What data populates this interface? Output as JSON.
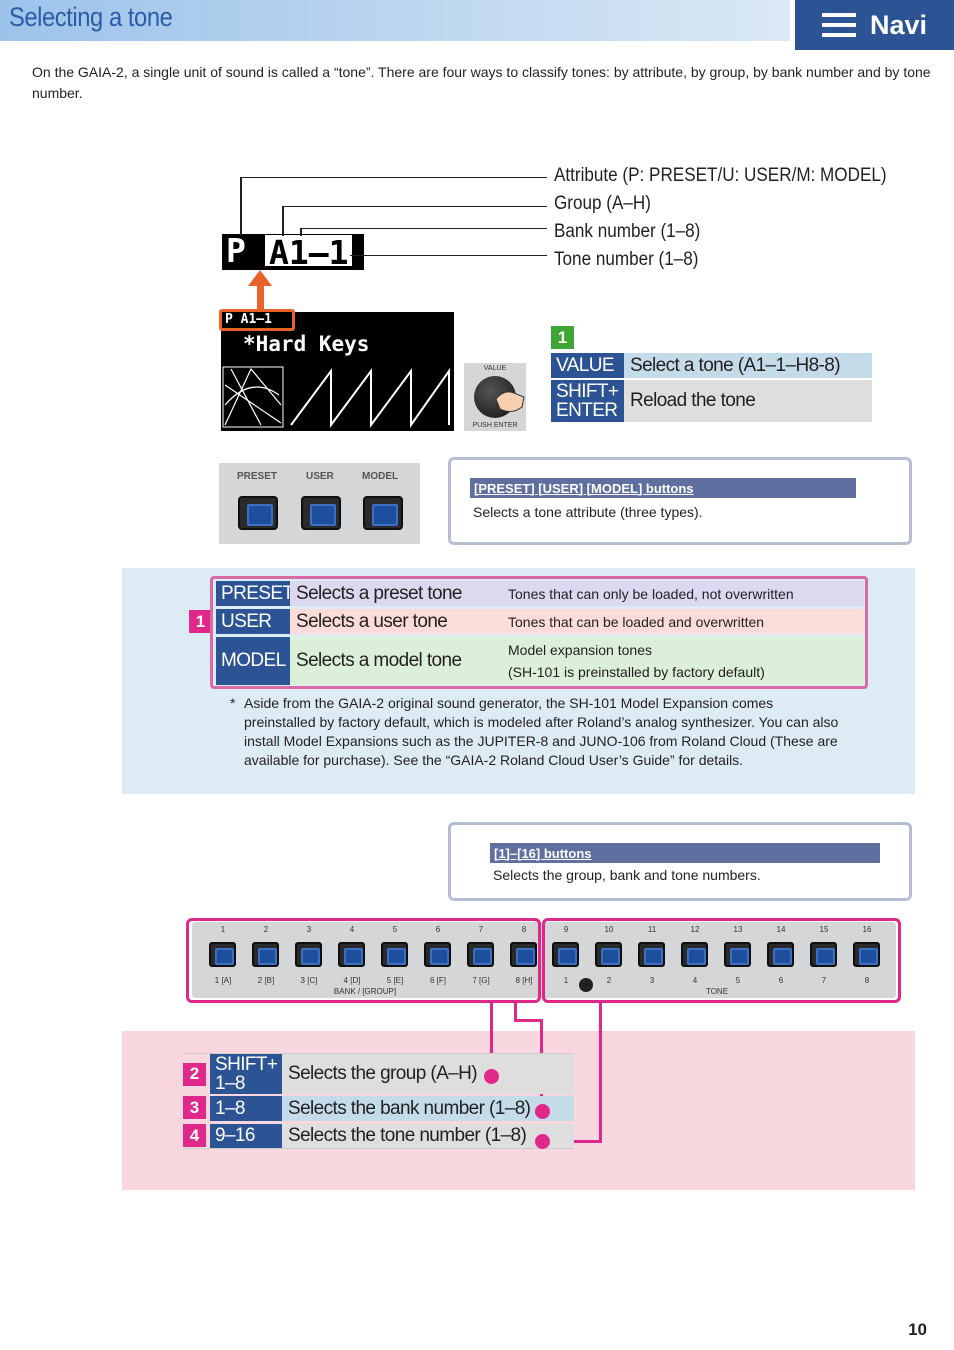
{
  "header": {
    "title": "Selecting a tone",
    "navi_label": "Navi"
  },
  "intro": "On the GAIA-2, a single unit of sound is called a “tone”. There are four ways to classify tones: by attribute, by group, by bank number and by tone number.",
  "tone_format": {
    "attr_letter": "P",
    "group_bank_tone": "A1–1",
    "callouts": [
      "Attribute (P: PRESET/U: USER/M: MODEL)",
      "Group (A–H)",
      "Bank number (1–8)",
      "Tone number (1–8)"
    ]
  },
  "lcd": {
    "header": "P A1–1",
    "tone_name": "*Hard Keys"
  },
  "knob": {
    "top_label": "VALUE",
    "bottom_label": "PUSH ENTER"
  },
  "value_table": {
    "badge": "1",
    "rows": [
      {
        "key": "VALUE",
        "desc": "Select a tone (A1–1–H8-8)"
      },
      {
        "key": "SHIFT+\nENTER",
        "desc": "Reload the tone"
      }
    ]
  },
  "attr_panel": {
    "labels": [
      "PRESET",
      "USER",
      "MODEL"
    ]
  },
  "attr_info": {
    "title": "[PRESET] [USER] [MODEL] buttons",
    "text": "Selects a tone attribute (three types)."
  },
  "attr_table": {
    "badge": "1",
    "rows": [
      {
        "key": "PRESET",
        "desc": "Selects a preset tone",
        "note": "Tones that can only be loaded, not overwritten",
        "color": "#dcd8ef"
      },
      {
        "key": "USER",
        "desc": "Selects a user tone",
        "note": "Tones that can be loaded and overwritten",
        "color": "#fbdcd8"
      },
      {
        "key": "MODEL",
        "desc": "Selects a model tone",
        "note": "Model expansion tones\n(SH-101 is preinstalled by factory default)",
        "color": "#dcefd9"
      }
    ],
    "footnote_mark": "*",
    "footnote": "Aside from the GAIA-2 original sound generator, the SH-101 Model Expansion comes preinstalled by factory default, which is modeled after Roland’s analog synthesizer. You can also install Model Expansions such as the JUPITER-8 and JUNO-106 from Roland Cloud (These are available for purchase). See the “GAIA-2 Roland Cloud User’s Guide” for details."
  },
  "num_info": {
    "title": "[1]–[16] buttons",
    "text": "Selects the group, bank and tone numbers."
  },
  "strip": {
    "top_numbers": [
      "1",
      "2",
      "3",
      "4",
      "5",
      "6",
      "7",
      "8",
      "9",
      "10",
      "11",
      "12",
      "13",
      "14",
      "15",
      "16"
    ],
    "bottom_left": [
      "1 [A]",
      "2 [B]",
      "3 [C]",
      "4 [D]",
      "5 [E]",
      "6 [F]",
      "7 [G]",
      "8 [H]"
    ],
    "bottom_right": [
      "1",
      "2",
      "3",
      "4",
      "5",
      "6",
      "7",
      "8"
    ],
    "left_caption": "BANK / [GROUP]",
    "right_caption": "TONE"
  },
  "num_table": {
    "rows": [
      {
        "badge": "2",
        "key": "SHIFT+\n1–8",
        "desc": "Selects the group (A–H)"
      },
      {
        "badge": "3",
        "key": "1–8",
        "desc": "Selects the bank number (1–8)"
      },
      {
        "badge": "4",
        "key": "9–16",
        "desc": "Selects the tone number (1–8)"
      }
    ]
  },
  "page_number": "10",
  "colors": {
    "accent_blue": "#2c5494",
    "orange": "#e8622a",
    "magenta": "#e0278a",
    "badge_green": "#3fa535"
  }
}
